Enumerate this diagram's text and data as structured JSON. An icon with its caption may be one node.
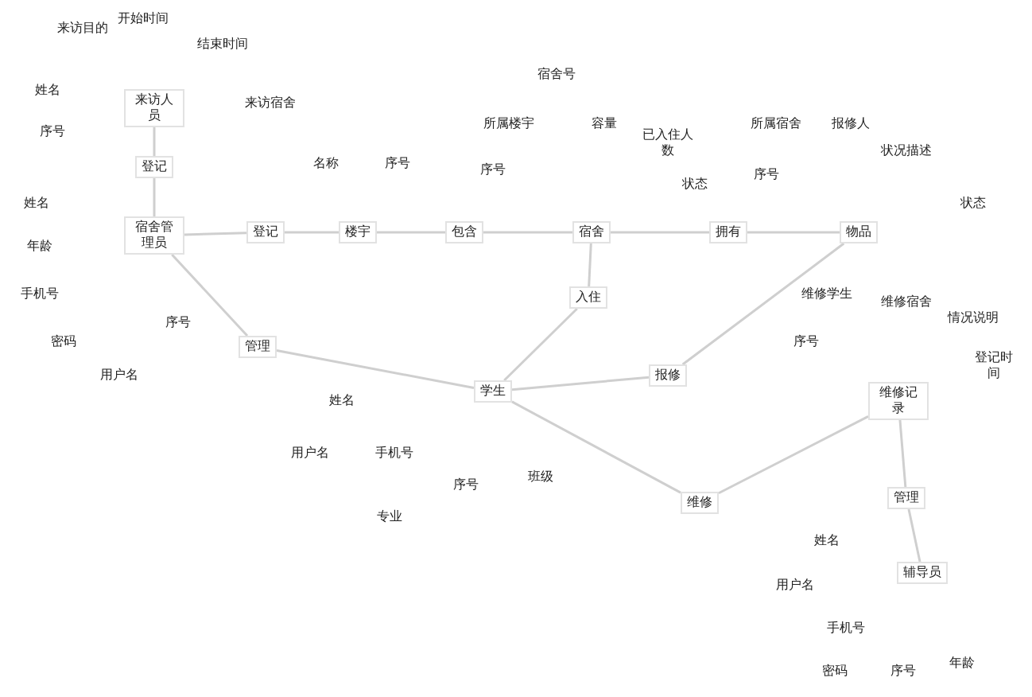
{
  "diagram": {
    "nodes": [
      {
        "text": [
          "来访人员"
        ]
      },
      {
        "text": [
          "登记"
        ]
      },
      {
        "text": [
          "宿舍管理员"
        ]
      },
      {
        "text": [
          "登记"
        ]
      },
      {
        "text": [
          "楼宇"
        ]
      },
      {
        "text": [
          "包含"
        ]
      },
      {
        "text": [
          "宿舍"
        ]
      },
      {
        "text": [
          "拥有"
        ]
      },
      {
        "text": [
          "物品"
        ]
      },
      {
        "text": [
          "管理"
        ]
      },
      {
        "text": [
          "入住"
        ]
      },
      {
        "text": [
          "学生"
        ]
      },
      {
        "text": [
          "报修"
        ]
      },
      {
        "text": [
          "维修"
        ]
      },
      {
        "text": [
          "维修记录"
        ]
      },
      {
        "text": [
          "管理"
        ]
      },
      {
        "text": [
          "辅导员"
        ]
      }
    ],
    "edges": [
      {
        "from": 0,
        "to": 1,
        "arrow": "none"
      },
      {
        "from": 1,
        "to": 2,
        "arrow": "none"
      },
      {
        "from": 2,
        "to": 3,
        "arrow": "none"
      },
      {
        "from": 3,
        "to": 4,
        "arrow": "none"
      },
      {
        "from": 4,
        "to": 5,
        "arrow": "none"
      },
      {
        "from": 5,
        "to": 6,
        "arrow": "none"
      },
      {
        "from": 6,
        "to": 7,
        "arrow": "none"
      },
      {
        "from": 7,
        "to": 8,
        "arrow": "none"
      },
      {
        "from": 2,
        "to": 9,
        "arrow": "none"
      },
      {
        "from": 9,
        "to": 11,
        "arrow": "none"
      },
      {
        "from": 6,
        "to": 10,
        "arrow": "none"
      },
      {
        "from": 10,
        "to": 11,
        "arrow": "none"
      },
      {
        "from": 11,
        "to": 12,
        "arrow": "none"
      },
      {
        "from": 12,
        "to": 8,
        "arrow": "none"
      },
      {
        "from": 11,
        "to": 13,
        "arrow": "none"
      },
      {
        "from": 13,
        "to": 14,
        "arrow": "none"
      },
      {
        "from": 14,
        "to": 15,
        "arrow": "none"
      },
      {
        "from": 15,
        "to": 16,
        "arrow": "none"
      }
    ],
    "labels": [
      "来访目的",
      "开始时间",
      "结束时间",
      "姓名",
      "来访宿舍",
      "宿舍号",
      "所属楼宇",
      "容量",
      "已入住人数",
      "所属宿舍",
      "报修人",
      "状况描述",
      "序号",
      "名称",
      "序号",
      "序号",
      "状态",
      "序号",
      "姓名",
      "状态",
      "年龄",
      "手机号",
      "序号",
      "密码",
      "用户名",
      "维修学生",
      "维修宿舍",
      "情况说明",
      "序号",
      "登记时间",
      "姓名",
      "用户名",
      "手机号",
      "序号",
      "班级",
      "专业",
      "姓名",
      "用户名",
      "手机号",
      "密码",
      "序号",
      "年龄"
    ]
  }
}
